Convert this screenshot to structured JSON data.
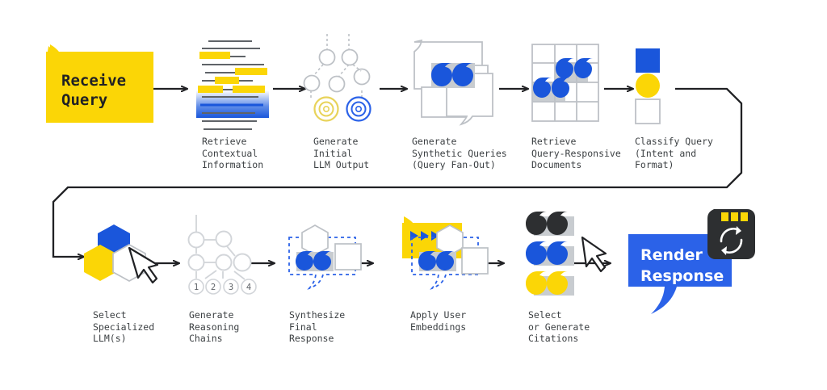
{
  "diagram": {
    "title": "Receive Query to Render Response pipeline",
    "background_color": "#ffffff",
    "colors": {
      "yellow": "#fbd606",
      "yellow_soft": "#fddf3e",
      "blue": "#1a56db",
      "blue_bright": "#2b62e8",
      "blue_mid": "#2f63e0",
      "dark": "#2d2f31",
      "gray_line": "#bdc1c6",
      "gray_fill": "#c8ccd0",
      "text": "#3c4043",
      "arrow": "#202124"
    }
  },
  "terminals": {
    "start": {
      "label": "Receive\nQuery",
      "shape": "flag-callout",
      "fill": "#fbd606",
      "text_color": "#202124"
    },
    "end": {
      "label": "Render\nResponse",
      "shape": "speech-bubble",
      "fill": "#2b62e8",
      "text_color": "#ffffff",
      "badge_icon": "refresh-card-icon"
    }
  },
  "rows": {
    "top": {
      "steps": [
        {
          "id": "retrieve-contextual-information",
          "label": "Retrieve\nContextual\nInformation",
          "icon": "document-lines-highlight-icon"
        },
        {
          "id": "generate-initial-llm-output",
          "label": "Generate\nInitial\nLLM Output",
          "icon": "node-tree-targets-icon"
        },
        {
          "id": "generate-synthetic-queries",
          "label": "Generate\nSynthetic Queries\n(Query Fan-Out)",
          "icon": "stacked-speech-bubbles-icon"
        },
        {
          "id": "retrieve-query-responsive-documents",
          "label": "Retrieve\nQuery-Responsive\nDocuments",
          "icon": "grid-quotes-icon"
        },
        {
          "id": "classify-query",
          "label": "Classify Query\n(Intent and\nFormat)",
          "icon": "square-circle-square-icon"
        }
      ]
    },
    "bottom": {
      "steps": [
        {
          "id": "select-specialized-llms",
          "label": "Select\nSpecialized\nLLM(s)",
          "icon": "hexagon-cluster-cursor-icon"
        },
        {
          "id": "generate-reasoning-chains",
          "label": "Generate\nReasoning\nChains",
          "icon": "reasoning-tree-icon",
          "node_numbers": [
            "1",
            "2",
            "3",
            "4"
          ]
        },
        {
          "id": "synthesize-final-response",
          "label": "Synthesize\nFinal\nResponse",
          "icon": "dashed-bubble-shapes-icon"
        },
        {
          "id": "apply-user-embeddings",
          "label": "Apply User\nEmbeddings",
          "icon": "yellow-flag-embeddings-icon"
        },
        {
          "id": "select-or-generate-citations",
          "label": "Select\nor Generate\nCitations",
          "icon": "tri-color-quotes-cursor-icon"
        }
      ]
    }
  }
}
